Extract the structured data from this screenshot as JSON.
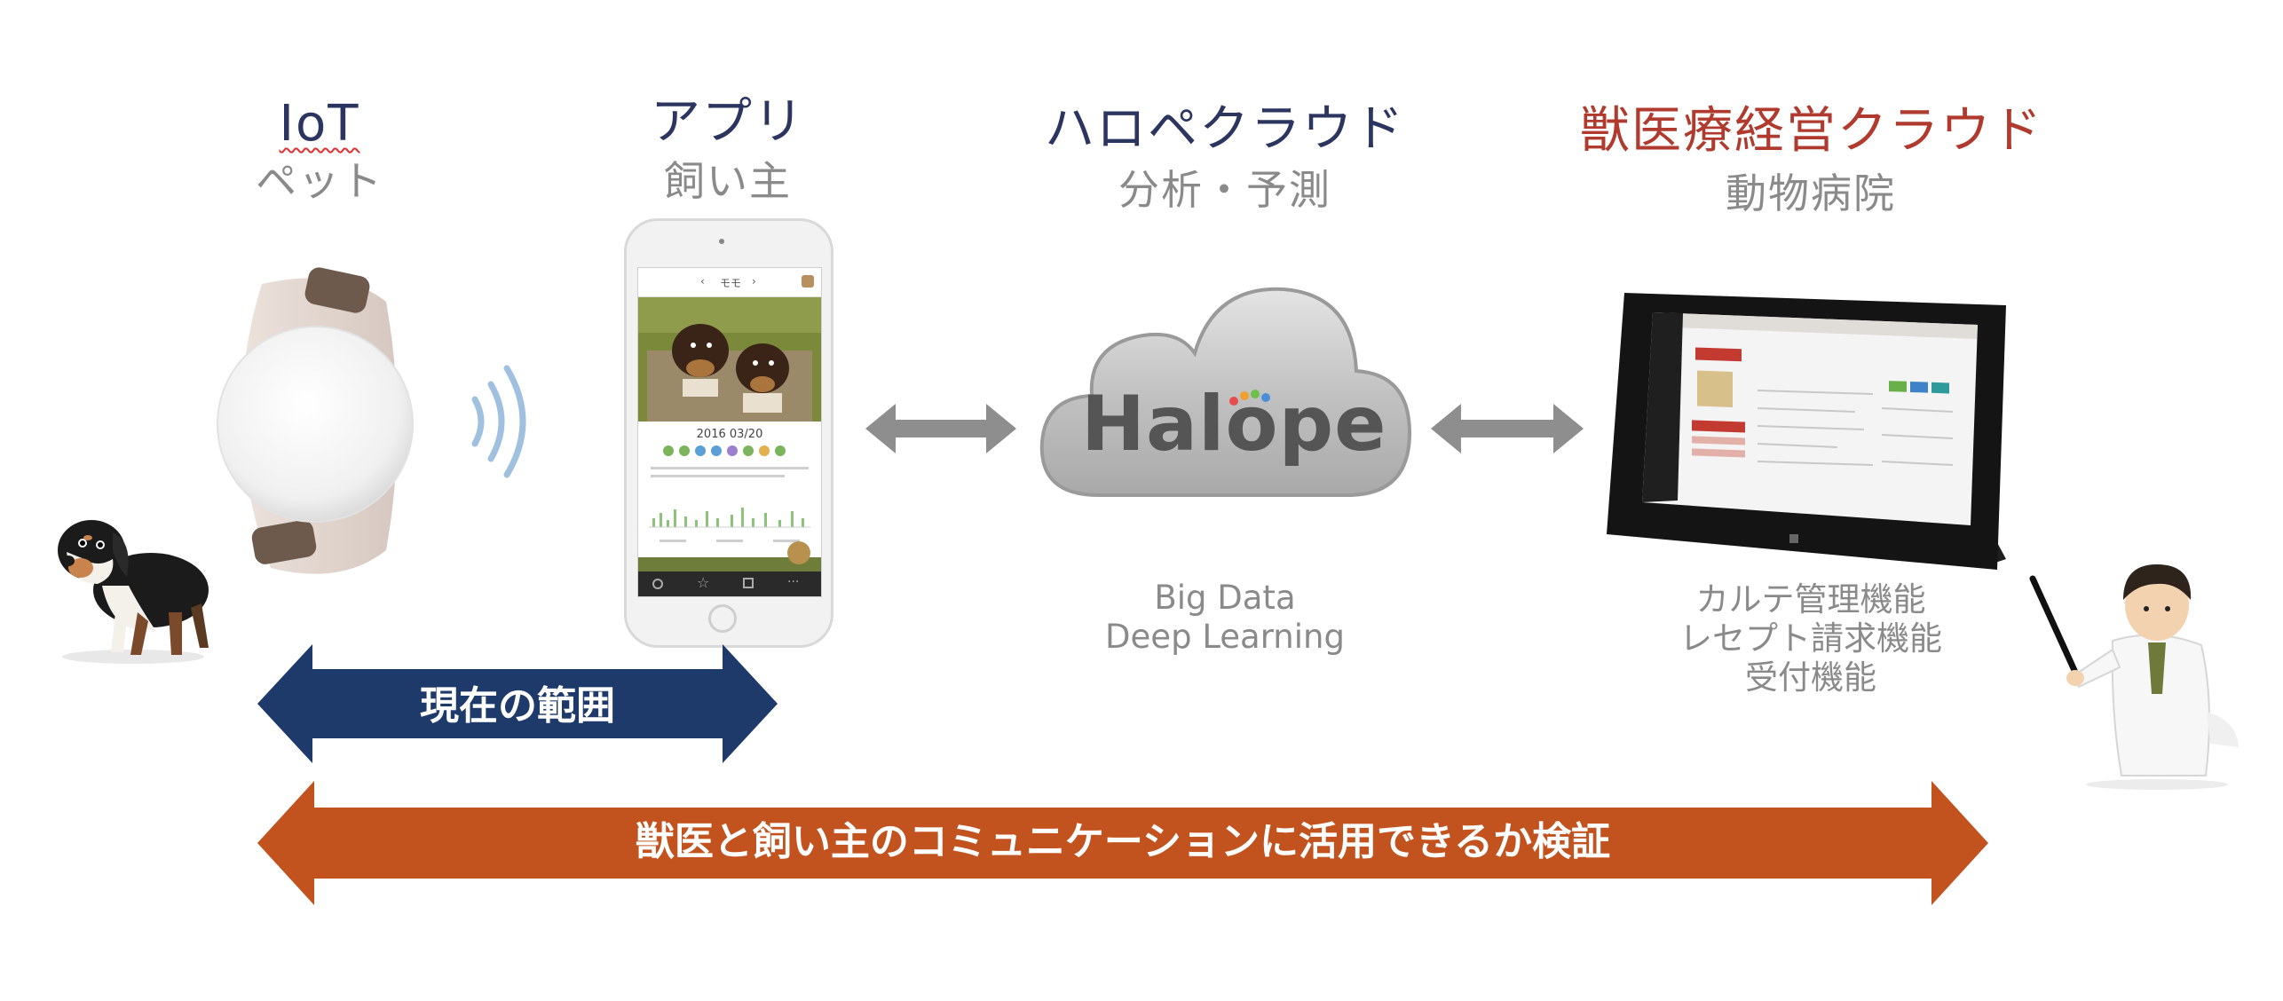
{
  "columns": {
    "iot": {
      "title": "IoT",
      "subtitle": "ペット"
    },
    "app": {
      "title": "アプリ",
      "subtitle": "飼い主"
    },
    "cloud": {
      "title": "ハロペクラウド",
      "subtitle": "分析・予測"
    },
    "vet": {
      "title": "獣医療経営クラウド",
      "subtitle": "動物病院"
    }
  },
  "colors": {
    "navy": "#1d3a6b",
    "title_navy": "#2c3560",
    "red": "#b03a2e",
    "orange_arrow": "#c2521e",
    "gray_arrow": "#8e8e8e",
    "wave": "#9fc0df"
  },
  "phone": {
    "header_title": "モモ",
    "date": "2016 03/20"
  },
  "cloud": {
    "logo": "Halope",
    "features": [
      "Big Data",
      "Deep Learning"
    ]
  },
  "tablet": {
    "features": [
      "カルテ管理機能",
      "レセプト請求機能",
      "受付機能"
    ]
  },
  "arrows": {
    "current_scope": "現在の範囲",
    "verification": "獣医と飼い主のコミュニケーションに活用できるか検証"
  }
}
